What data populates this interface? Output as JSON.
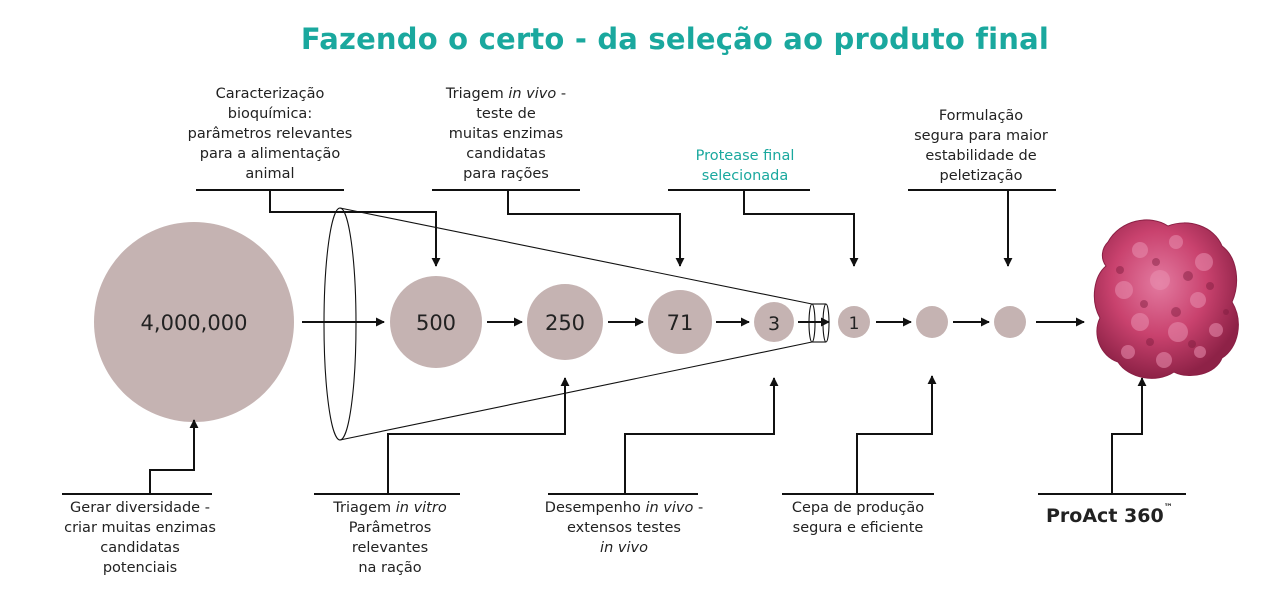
{
  "title": "Fazendo o certo - da seleção ao produto final",
  "colors": {
    "title": "#1aa89e",
    "circle": "#c5b3b2",
    "line": "#111111",
    "protein": "#c9426e"
  },
  "stages": [
    {
      "value": "4,000,000"
    },
    {
      "value": "500"
    },
    {
      "value": "250"
    },
    {
      "value": "71"
    },
    {
      "value": "3"
    },
    {
      "value": "1"
    },
    {
      "value": ""
    },
    {
      "value": ""
    }
  ],
  "top_labels": {
    "biochem": {
      "lines": [
        "Caracterização",
        "bioquímica:",
        "parâmetros relevantes",
        "para a alimentação",
        "animal"
      ]
    },
    "invivo_screen": {
      "line1_pre": "Triagem ",
      "line1_em": "in vivo",
      "line1_post": " -",
      "lines": [
        "teste de",
        "muitas enzimas",
        "candidatas",
        "para rações"
      ]
    },
    "final_protease": {
      "lines": [
        "Protease final",
        "selecionada"
      ]
    },
    "formulation": {
      "lines": [
        "Formulação",
        "segura para maior",
        "estabilidade de",
        "peletização"
      ]
    }
  },
  "bottom_labels": {
    "diversity": {
      "lines": [
        "Gerar diversidade -",
        "criar muitas enzimas",
        "candidatas",
        "potenciais"
      ]
    },
    "invitro": {
      "line1_pre": "Triagem ",
      "line1_em": "in vitro",
      "lines": [
        "Parâmetros",
        "relevantes",
        "na ração"
      ]
    },
    "performance": {
      "line1_pre": "Desempenho ",
      "line1_em": "in vivo",
      "line1_post": " -",
      "line2": "extensos testes",
      "line3_em": "in vivo"
    },
    "strain": {
      "lines": [
        "Cepa de produção",
        "segura e eficiente"
      ]
    }
  },
  "product": {
    "name": "ProAct 360",
    "mark": "™",
    "icon": "protein-structure-icon"
  }
}
